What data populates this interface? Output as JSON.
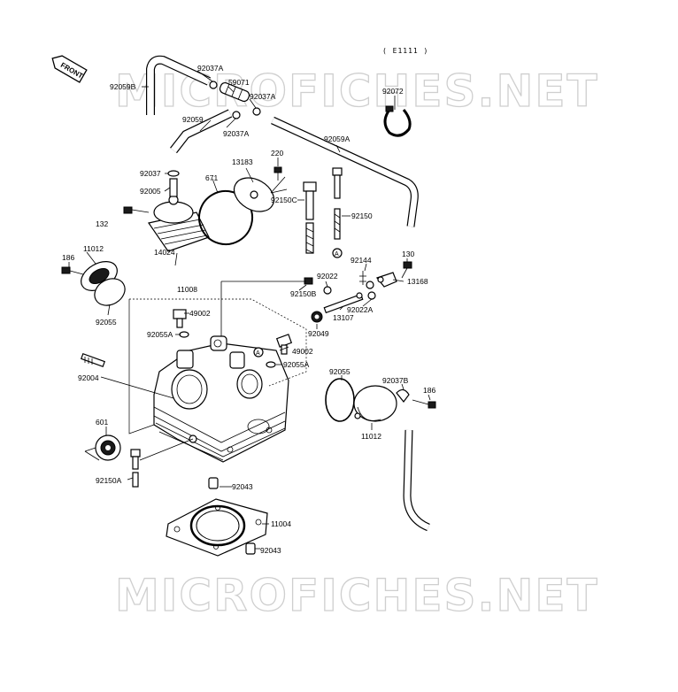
{
  "diagram_code": "( E1111 )",
  "front_label": "FRONT",
  "watermark_text": "MICROFICHES.NET",
  "colors": {
    "line": "#000000",
    "watermark": "#cfcfcf",
    "background": "#ffffff"
  },
  "labels": {
    "p92037A_top": "92037A",
    "p92059B": "92059B",
    "p59071": "59071",
    "p92037A_mid": "92037A",
    "p92059": "92059",
    "p92037A_low": "92037A",
    "p92072": "92072",
    "p92059A": "92059A",
    "p220": "220",
    "p13183": "13183",
    "p92037": "92037",
    "p92005": "92005",
    "p671": "671",
    "p92150C": "92150C",
    "p92150": "92150",
    "p132": "132",
    "p14024": "14024",
    "p11012_left": "11012",
    "p186_left": "186",
    "p130": "130",
    "p92144": "92144",
    "p92022": "92022",
    "p13168": "13168",
    "p92150B": "92150B",
    "p11008": "11008",
    "p92022A": "92022A",
    "p13107": "13107",
    "p49002_left": "49002",
    "p92055_left": "92055",
    "p92055A_left": "92055A",
    "p92049": "92049",
    "p49002_right": "49002",
    "p92055A_right": "92055A",
    "p92004": "92004",
    "p92055_right": "92055",
    "p92037B": "92037B",
    "p186_right": "186",
    "p11012_right": "11012",
    "p601": "601",
    "p92150A": "92150A",
    "p92043_top": "92043",
    "p11004": "11004",
    "p92043_bottom": "92043",
    "ref_A1": "A",
    "ref_A2": "A"
  }
}
